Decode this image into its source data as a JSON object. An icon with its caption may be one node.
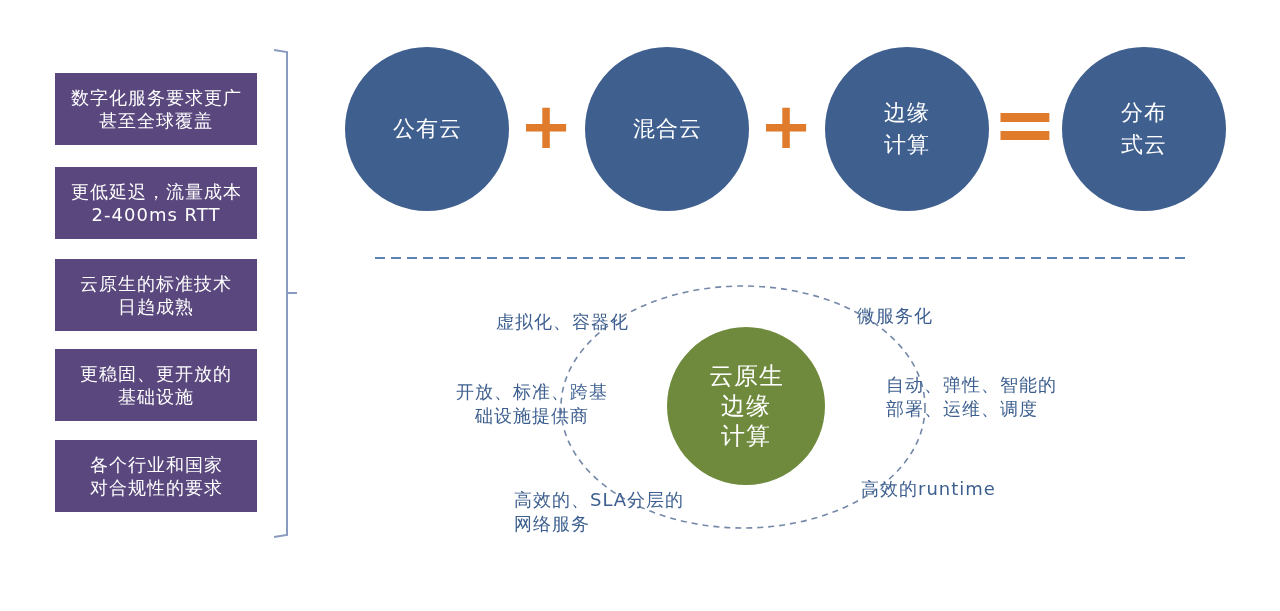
{
  "diagram": {
    "nodes": [
      {
        "text": [
          "数字化服务要求更广甚至全球覆盖"
        ]
      },
      {
        "text": [
          "更低延迟，流量成本2-400ms RTT"
        ]
      },
      {
        "text": [
          "云原生的标准技术日趋成熟"
        ]
      },
      {
        "text": [
          "更稳固、更开放的基础设施"
        ]
      },
      {
        "text": [
          "各个行业和国家对合规性的要求"
        ]
      },
      {
        "text": [
          "公有云"
        ]
      },
      {
        "text": [
          "混合云"
        ]
      },
      {
        "text": [
          "边缘计算"
        ]
      },
      {
        "text": [
          "分布式云"
        ]
      },
      {
        "text": [
          "云原生边缘计算"
        ]
      }
    ],
    "labels": [
      "+",
      "+",
      "=",
      "虚拟化、容器化",
      "微服务化",
      "开放、标准、跨基础设施提供商",
      "自动、弹性、智能的部署、运维、调度",
      "高效的、SLA分层的网络服务",
      "高效的runtime"
    ]
  }
}
